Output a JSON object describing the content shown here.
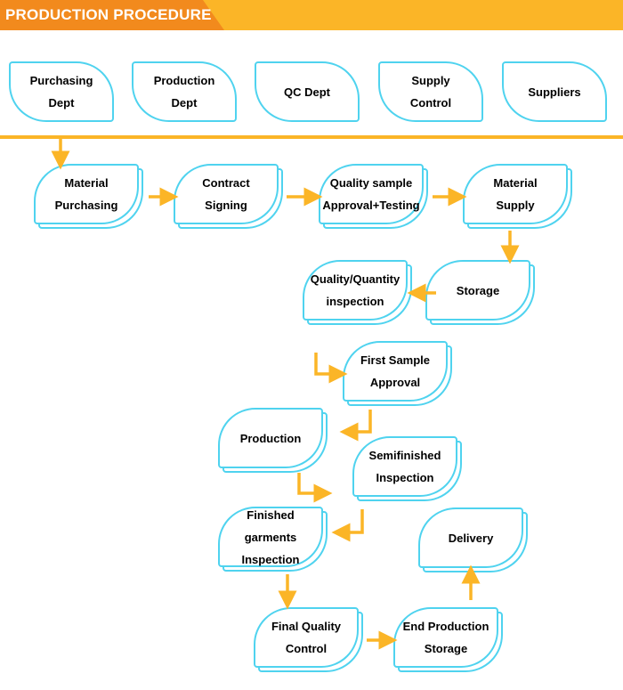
{
  "banner": {
    "title": "PRODUCTION PROCEDURE"
  },
  "colors": {
    "accent": "#fbb527",
    "accent_dark": "#f28a1d",
    "box_border": "#4fd3ef",
    "text": "#000000"
  },
  "departments": [
    {
      "id": "purchasing",
      "label": "Purchasing\nDept"
    },
    {
      "id": "production-dept",
      "label": "Production\nDept"
    },
    {
      "id": "qc",
      "label": "QC Dept"
    },
    {
      "id": "supply-control",
      "label": "Supply\nControl"
    },
    {
      "id": "suppliers",
      "label": "Suppliers"
    }
  ],
  "steps": [
    {
      "id": "material-purchasing",
      "label": "Material\nPurchasing"
    },
    {
      "id": "contract-signing",
      "label": "Contract\nSigning"
    },
    {
      "id": "quality-sample",
      "label": "Quality sample\nApproval+Testing"
    },
    {
      "id": "material-supply",
      "label": "Material\nSupply"
    },
    {
      "id": "storage",
      "label": "Storage"
    },
    {
      "id": "qq-inspection",
      "label": "Quality/Quantity\ninspection"
    },
    {
      "id": "first-sample",
      "label": "First Sample\nApproval"
    },
    {
      "id": "production",
      "label": "Production"
    },
    {
      "id": "semifinished",
      "label": "Semifinished\nInspection"
    },
    {
      "id": "finished-inspection",
      "label": "Finished  garments\nInspection"
    },
    {
      "id": "delivery",
      "label": "Delivery"
    },
    {
      "id": "final-qc",
      "label": "Final Quality\nControl"
    },
    {
      "id": "end-storage",
      "label": "End Production\nStorage"
    }
  ]
}
